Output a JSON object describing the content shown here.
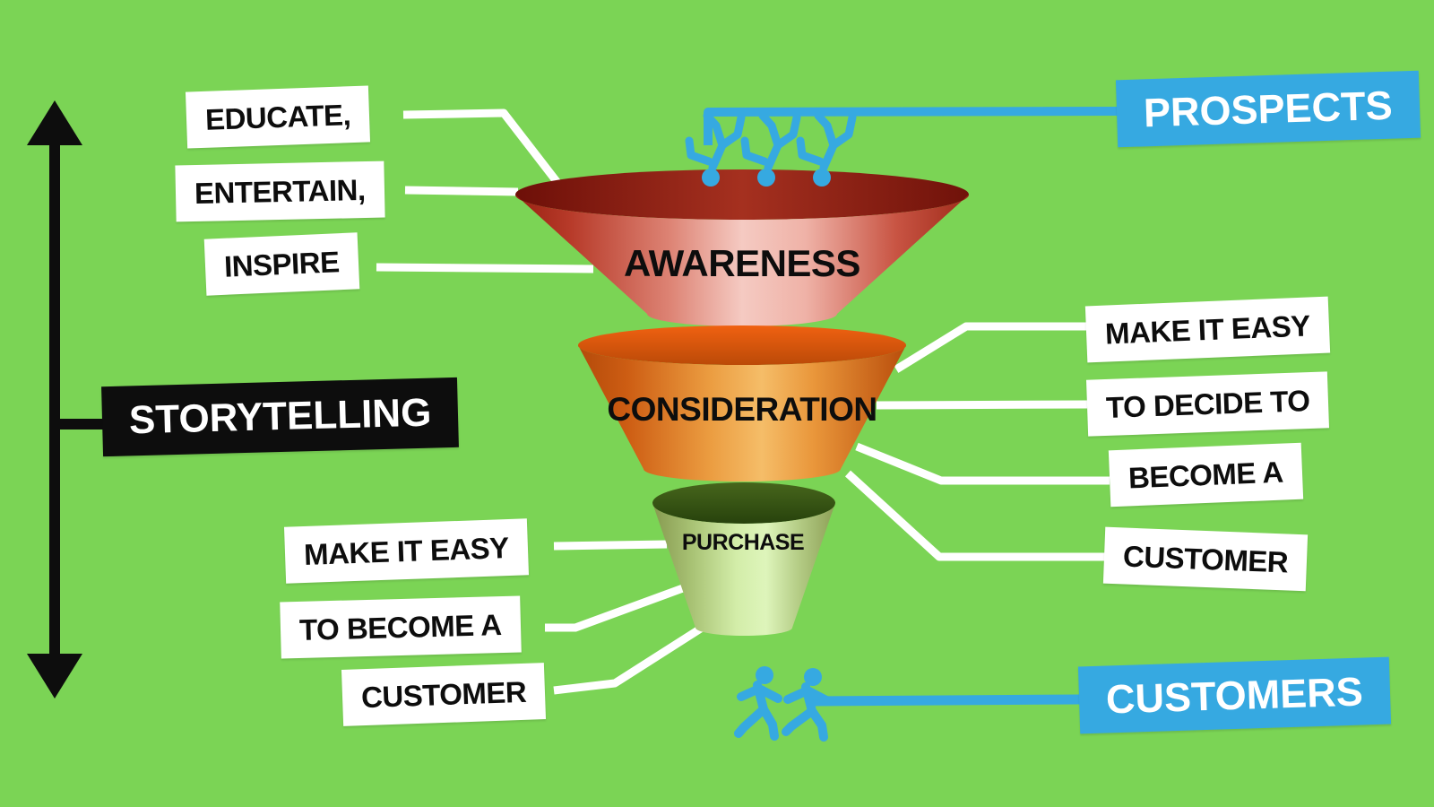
{
  "storytelling": {
    "label": "STORYTELLING"
  },
  "audience": {
    "top": "PROSPECTS",
    "bottom": "CUSTOMERS"
  },
  "funnel": {
    "stages": [
      {
        "label": "AWARENESS",
        "color": "#c0392b"
      },
      {
        "label": "CONSIDERATION",
        "color": "#e67e22"
      },
      {
        "label": "PURCHASE",
        "color": "#b5d48a"
      }
    ]
  },
  "awareness_tips": [
    "EDUCATE,",
    "ENTERTAIN,",
    "INSPIRE"
  ],
  "consideration_tips": [
    "MAKE IT EASY",
    "TO DECIDE TO",
    "BECOME A",
    "CUSTOMER"
  ],
  "purchase_tips": [
    "MAKE IT EASY",
    "TO BECOME A",
    "CUSTOMER"
  ],
  "colors": {
    "background": "#7bd455",
    "accent_blue": "#36a9e1",
    "label_white_bg": "#ffffff",
    "label_black_bg": "#0d0d0d",
    "text_dark": "#0d0d0d",
    "text_light": "#ffffff",
    "awareness_dark": "#9e2517",
    "awareness_light": "#f7cfc7",
    "consideration_dark": "#b54b0c",
    "consideration_light": "#f6c273",
    "purchase_dark": "#2c4a10",
    "purchase_light": "#d9f2b6"
  }
}
